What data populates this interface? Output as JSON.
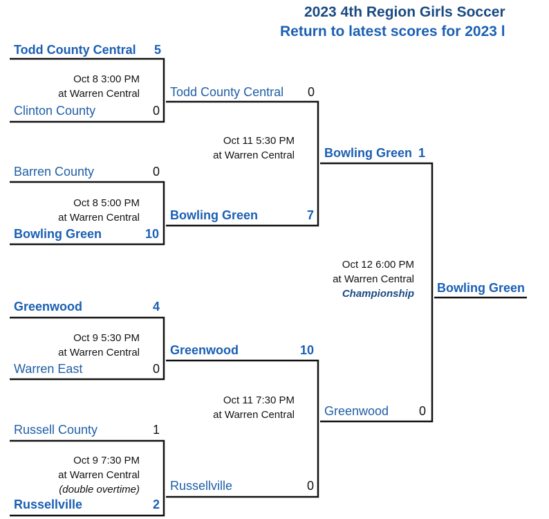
{
  "title": "2023 4th Region Girls Soccer",
  "subtitle": "Return to latest scores for 2023 l",
  "round1": [
    {
      "top": {
        "team": "Todd County Central",
        "score": "5",
        "winner": true
      },
      "bottom": {
        "team": "Clinton County",
        "score": "0",
        "winner": false
      },
      "date": "Oct 8 3:00 PM",
      "venue": "at Warren Central",
      "note": ""
    },
    {
      "top": {
        "team": "Barren County",
        "score": "0",
        "winner": false
      },
      "bottom": {
        "team": "Bowling Green",
        "score": "10",
        "winner": true
      },
      "date": "Oct 8 5:00 PM",
      "venue": "at Warren Central",
      "note": ""
    },
    {
      "top": {
        "team": "Greenwood",
        "score": "4",
        "winner": true
      },
      "bottom": {
        "team": "Warren East",
        "score": "0",
        "winner": false
      },
      "date": "Oct 9 5:30 PM",
      "venue": "at Warren Central",
      "note": ""
    },
    {
      "top": {
        "team": "Russell County",
        "score": "1",
        "winner": false
      },
      "bottom": {
        "team": "Russellville",
        "score": "2",
        "winner": true
      },
      "date": "Oct 9 7:30 PM",
      "venue": "at Warren Central",
      "note": "(double overtime)"
    }
  ],
  "round2": [
    {
      "top": {
        "team": "Todd County Central",
        "score": "0",
        "winner": false
      },
      "bottom": {
        "team": "Bowling Green",
        "score": "7",
        "winner": true
      },
      "date": "Oct 11 5:30 PM",
      "venue": "at Warren Central"
    },
    {
      "top": {
        "team": "Greenwood",
        "score": "10",
        "winner": true
      },
      "bottom": {
        "team": "Russellville",
        "score": "0",
        "winner": false
      },
      "date": "Oct 11 7:30 PM",
      "venue": "at Warren Central"
    }
  ],
  "final": {
    "top": {
      "team": "Bowling Green",
      "score": "1",
      "winner": true
    },
    "bottom": {
      "team": "Greenwood",
      "score": "0",
      "winner": false
    },
    "date": "Oct 12 6:00 PM",
    "venue": "at Warren Central",
    "label": "Championship"
  },
  "champion": "Bowling Green",
  "colors": {
    "accent": "#1a5fb4",
    "title": "#1a4a82",
    "line": "#111111"
  }
}
